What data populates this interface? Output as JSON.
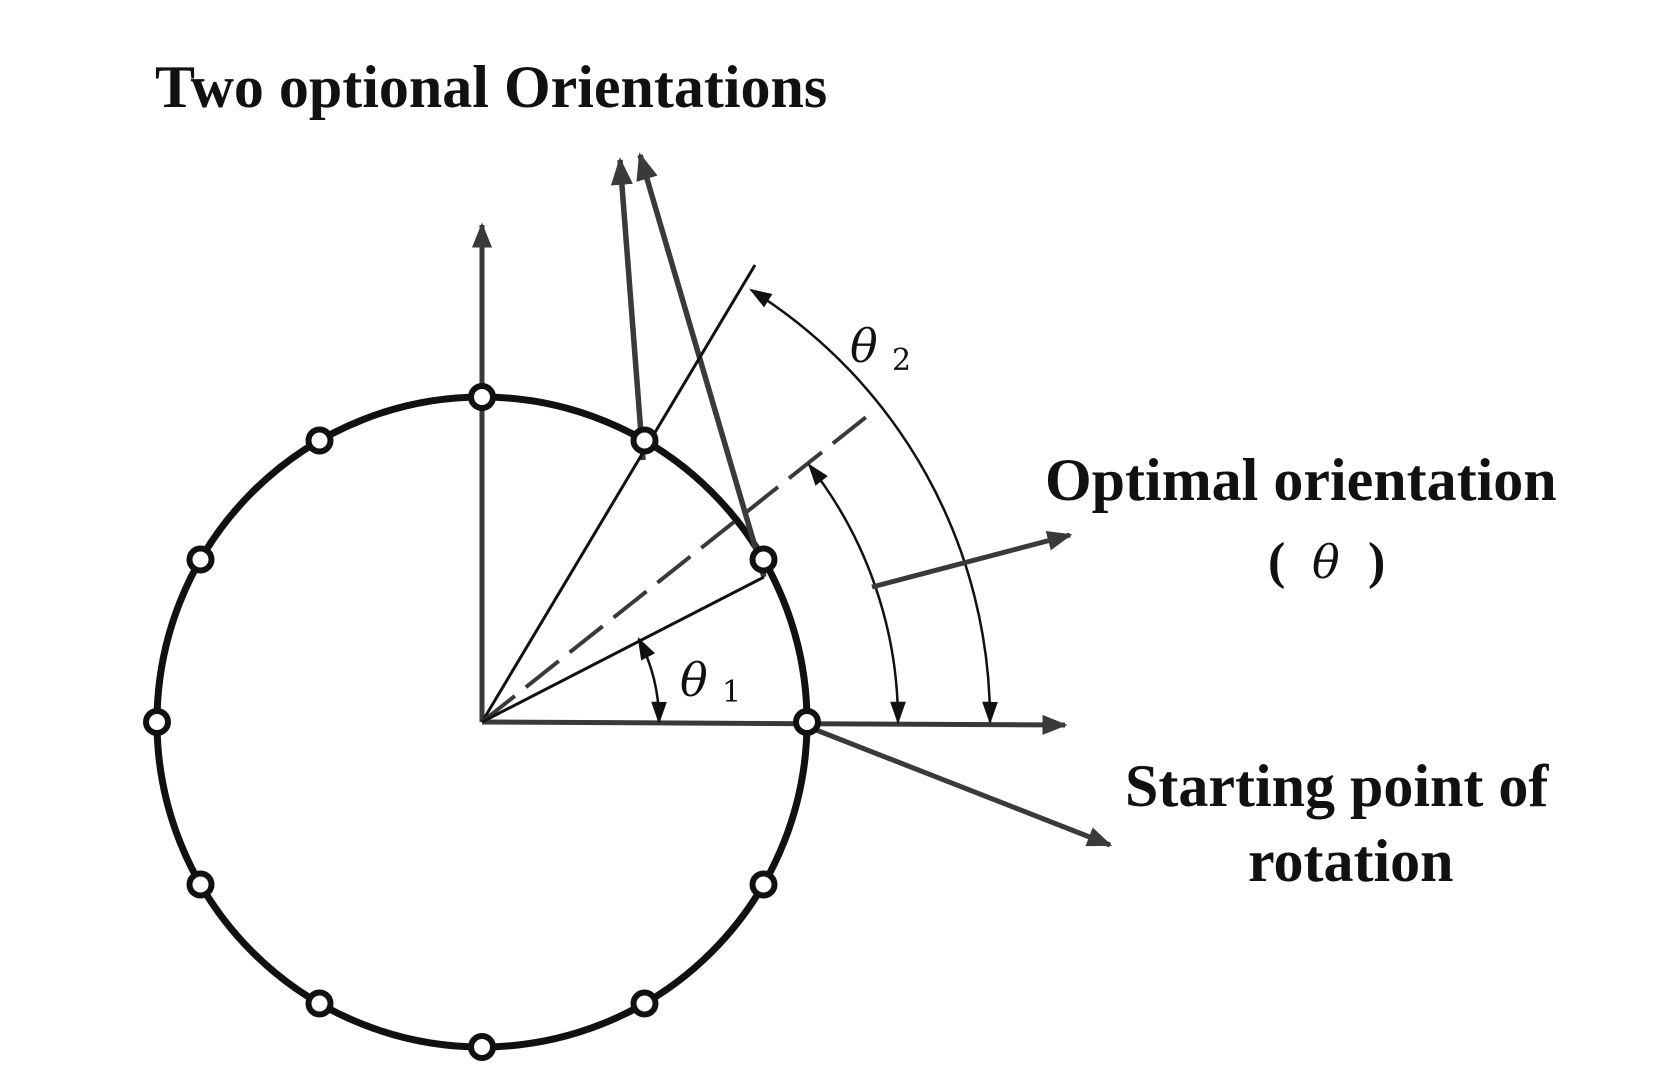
{
  "labels": {
    "two_orientations": "Two optional Orientations",
    "optimal_orientation": "Optimal orientation",
    "optimal_symbol": "θ",
    "starting_point_line1": "Starting point of",
    "starting_point_line2": "rotation",
    "theta1_symbol": "θ",
    "theta1_sub": "1",
    "theta2_symbol": "θ",
    "theta2_sub": "2"
  },
  "colors": {
    "ink": "#111111",
    "arrow": "#3a3a3a",
    "node_fill": "#ffffff"
  },
  "nodes": {
    "count": 12,
    "start_angle_deg": 0,
    "highlighted_extra_angles_deg": [
      30,
      60
    ]
  },
  "angles_deg": {
    "optimal_dashed": 34,
    "theta1": 20,
    "theta2": 61
  }
}
